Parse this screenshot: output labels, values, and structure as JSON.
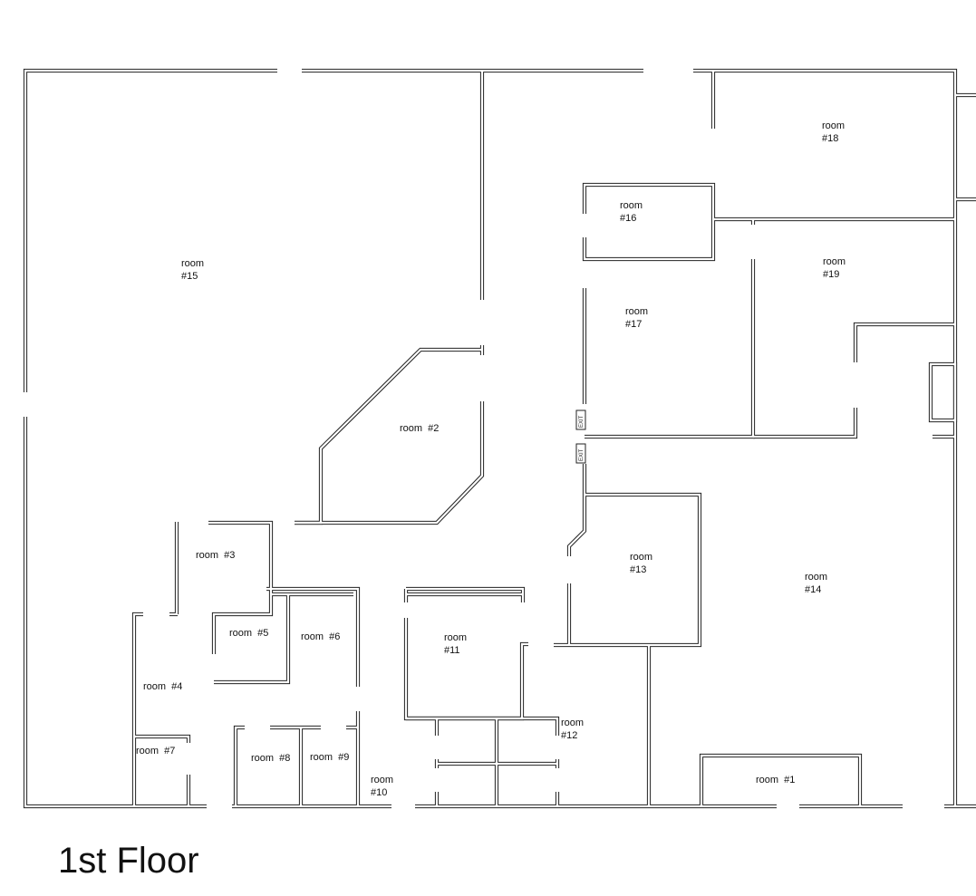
{
  "floor_title": "1st Floor",
  "rooms": [
    {
      "id": "room-15",
      "lines": [
        "room",
        "#15"
      ]
    },
    {
      "id": "room-18",
      "lines": [
        "room",
        "#18"
      ]
    },
    {
      "id": "room-16",
      "lines": [
        "room",
        "#16"
      ]
    },
    {
      "id": "room-19",
      "lines": [
        "room",
        "#19"
      ]
    },
    {
      "id": "room-17",
      "lines": [
        "room",
        "#17"
      ]
    },
    {
      "id": "room-2",
      "lines": [
        "room  #2"
      ]
    },
    {
      "id": "room-3",
      "lines": [
        "room  #3"
      ]
    },
    {
      "id": "room-13",
      "lines": [
        "room",
        "#13"
      ]
    },
    {
      "id": "room-14",
      "lines": [
        "room",
        "#14"
      ]
    },
    {
      "id": "room-5",
      "lines": [
        "room  #5"
      ]
    },
    {
      "id": "room-6",
      "lines": [
        "room  #6"
      ]
    },
    {
      "id": "room-11",
      "lines": [
        "room",
        "#11"
      ]
    },
    {
      "id": "room-4",
      "lines": [
        "room  #4"
      ]
    },
    {
      "id": "room-12",
      "lines": [
        "room",
        "#12"
      ]
    },
    {
      "id": "room-7",
      "lines": [
        "room  #7"
      ]
    },
    {
      "id": "room-8",
      "lines": [
        "room  #8"
      ]
    },
    {
      "id": "room-9",
      "lines": [
        "room  #9"
      ]
    },
    {
      "id": "room-10",
      "lines": [
        "room",
        "#10"
      ]
    },
    {
      "id": "room-1",
      "lines": [
        "room  #1"
      ]
    }
  ],
  "exit_signs": [
    "EXIT",
    "EXIT"
  ]
}
